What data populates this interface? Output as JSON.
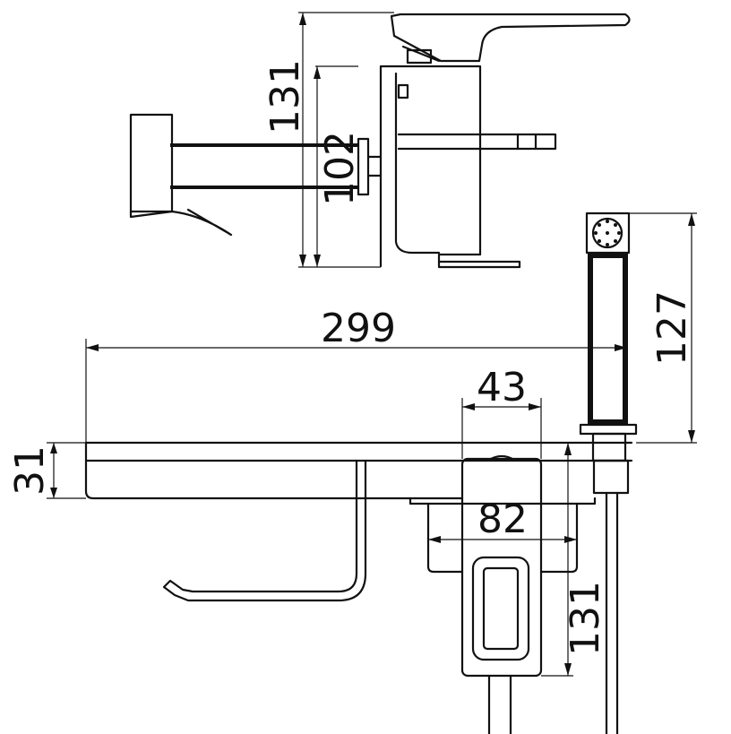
{
  "dimensions": {
    "top_height_outer": "131",
    "top_height_inner": "102",
    "overall_length": "299",
    "body_width": "43",
    "shower_head_height": "127",
    "shelf_thickness": "31",
    "plate_width": "82",
    "plate_height": "131"
  },
  "colors": {
    "line": "#111111",
    "background": "#ffffff"
  }
}
